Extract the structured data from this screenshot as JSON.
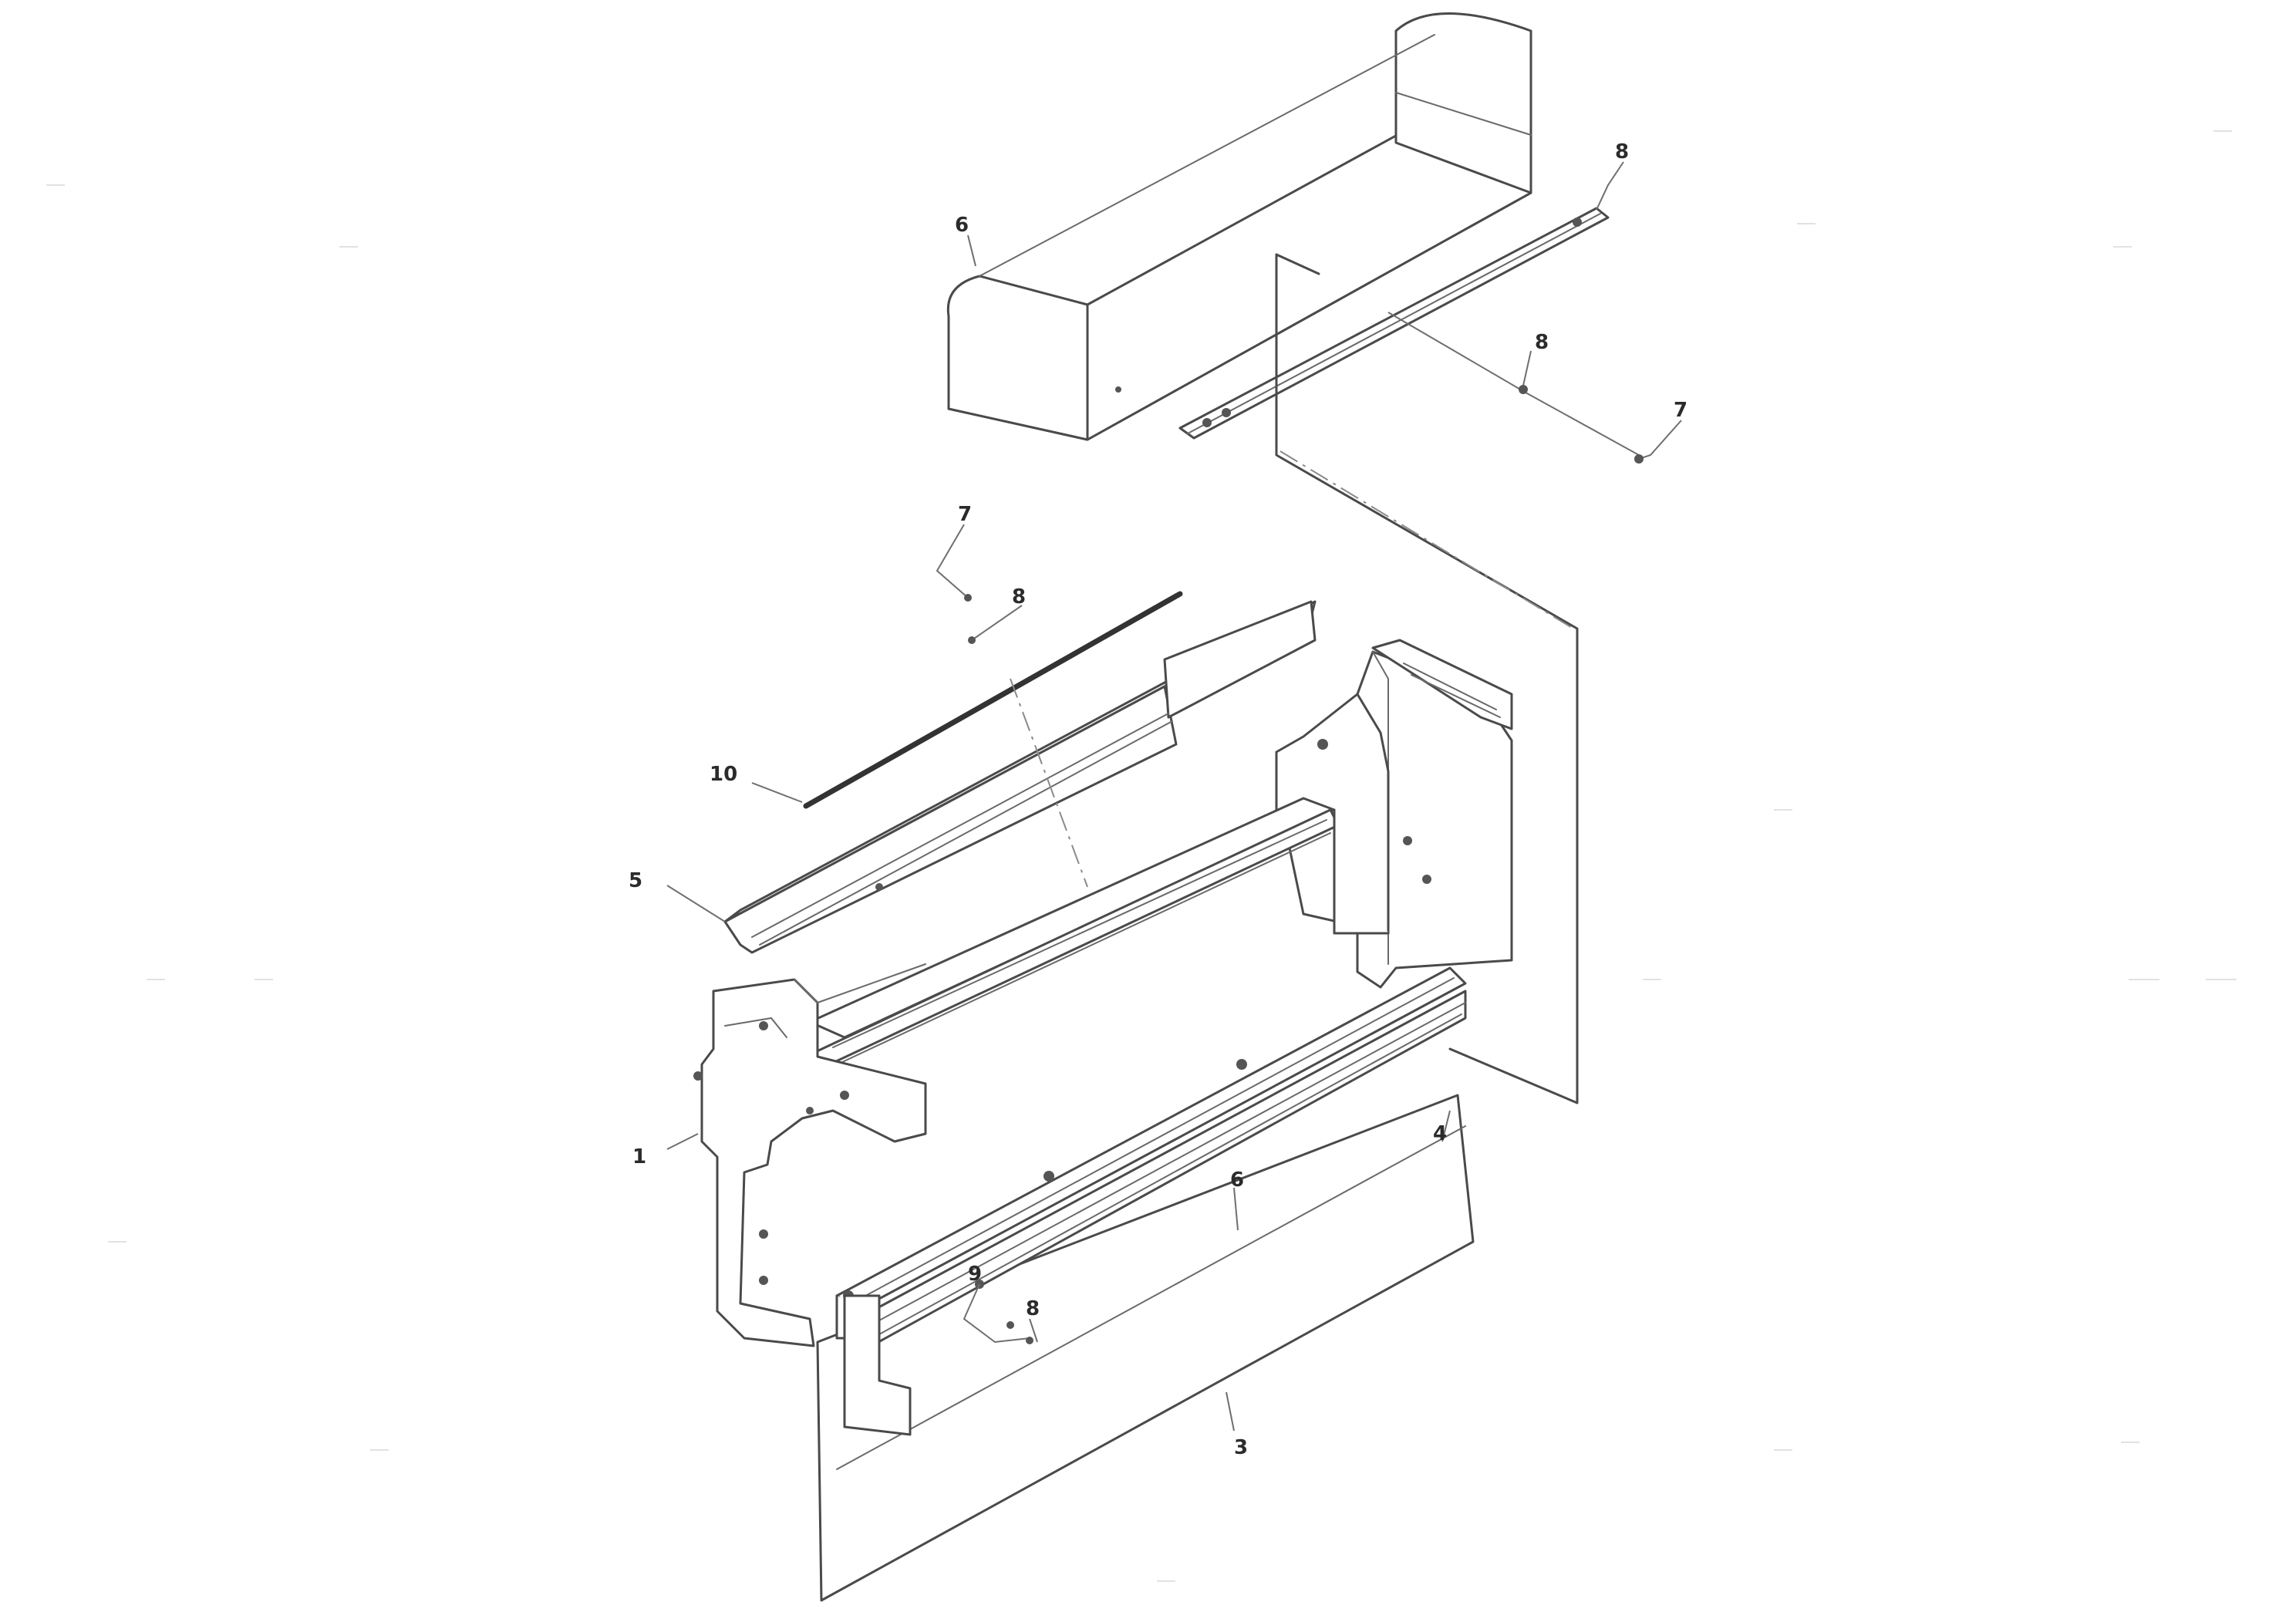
{
  "callouts": {
    "top_left_cover": "6",
    "top_right_bolt": "8",
    "right_screw_a": "8",
    "right_screw_b": "7",
    "left_screw_a": "7",
    "left_screw_b": "8",
    "rod": "10",
    "left_plate": "5",
    "left_frame": "1",
    "bottom_plate": "3",
    "lower_nut_a": "9",
    "lower_nut_b": "8",
    "lower_stud": "6",
    "right_panel": "4"
  }
}
